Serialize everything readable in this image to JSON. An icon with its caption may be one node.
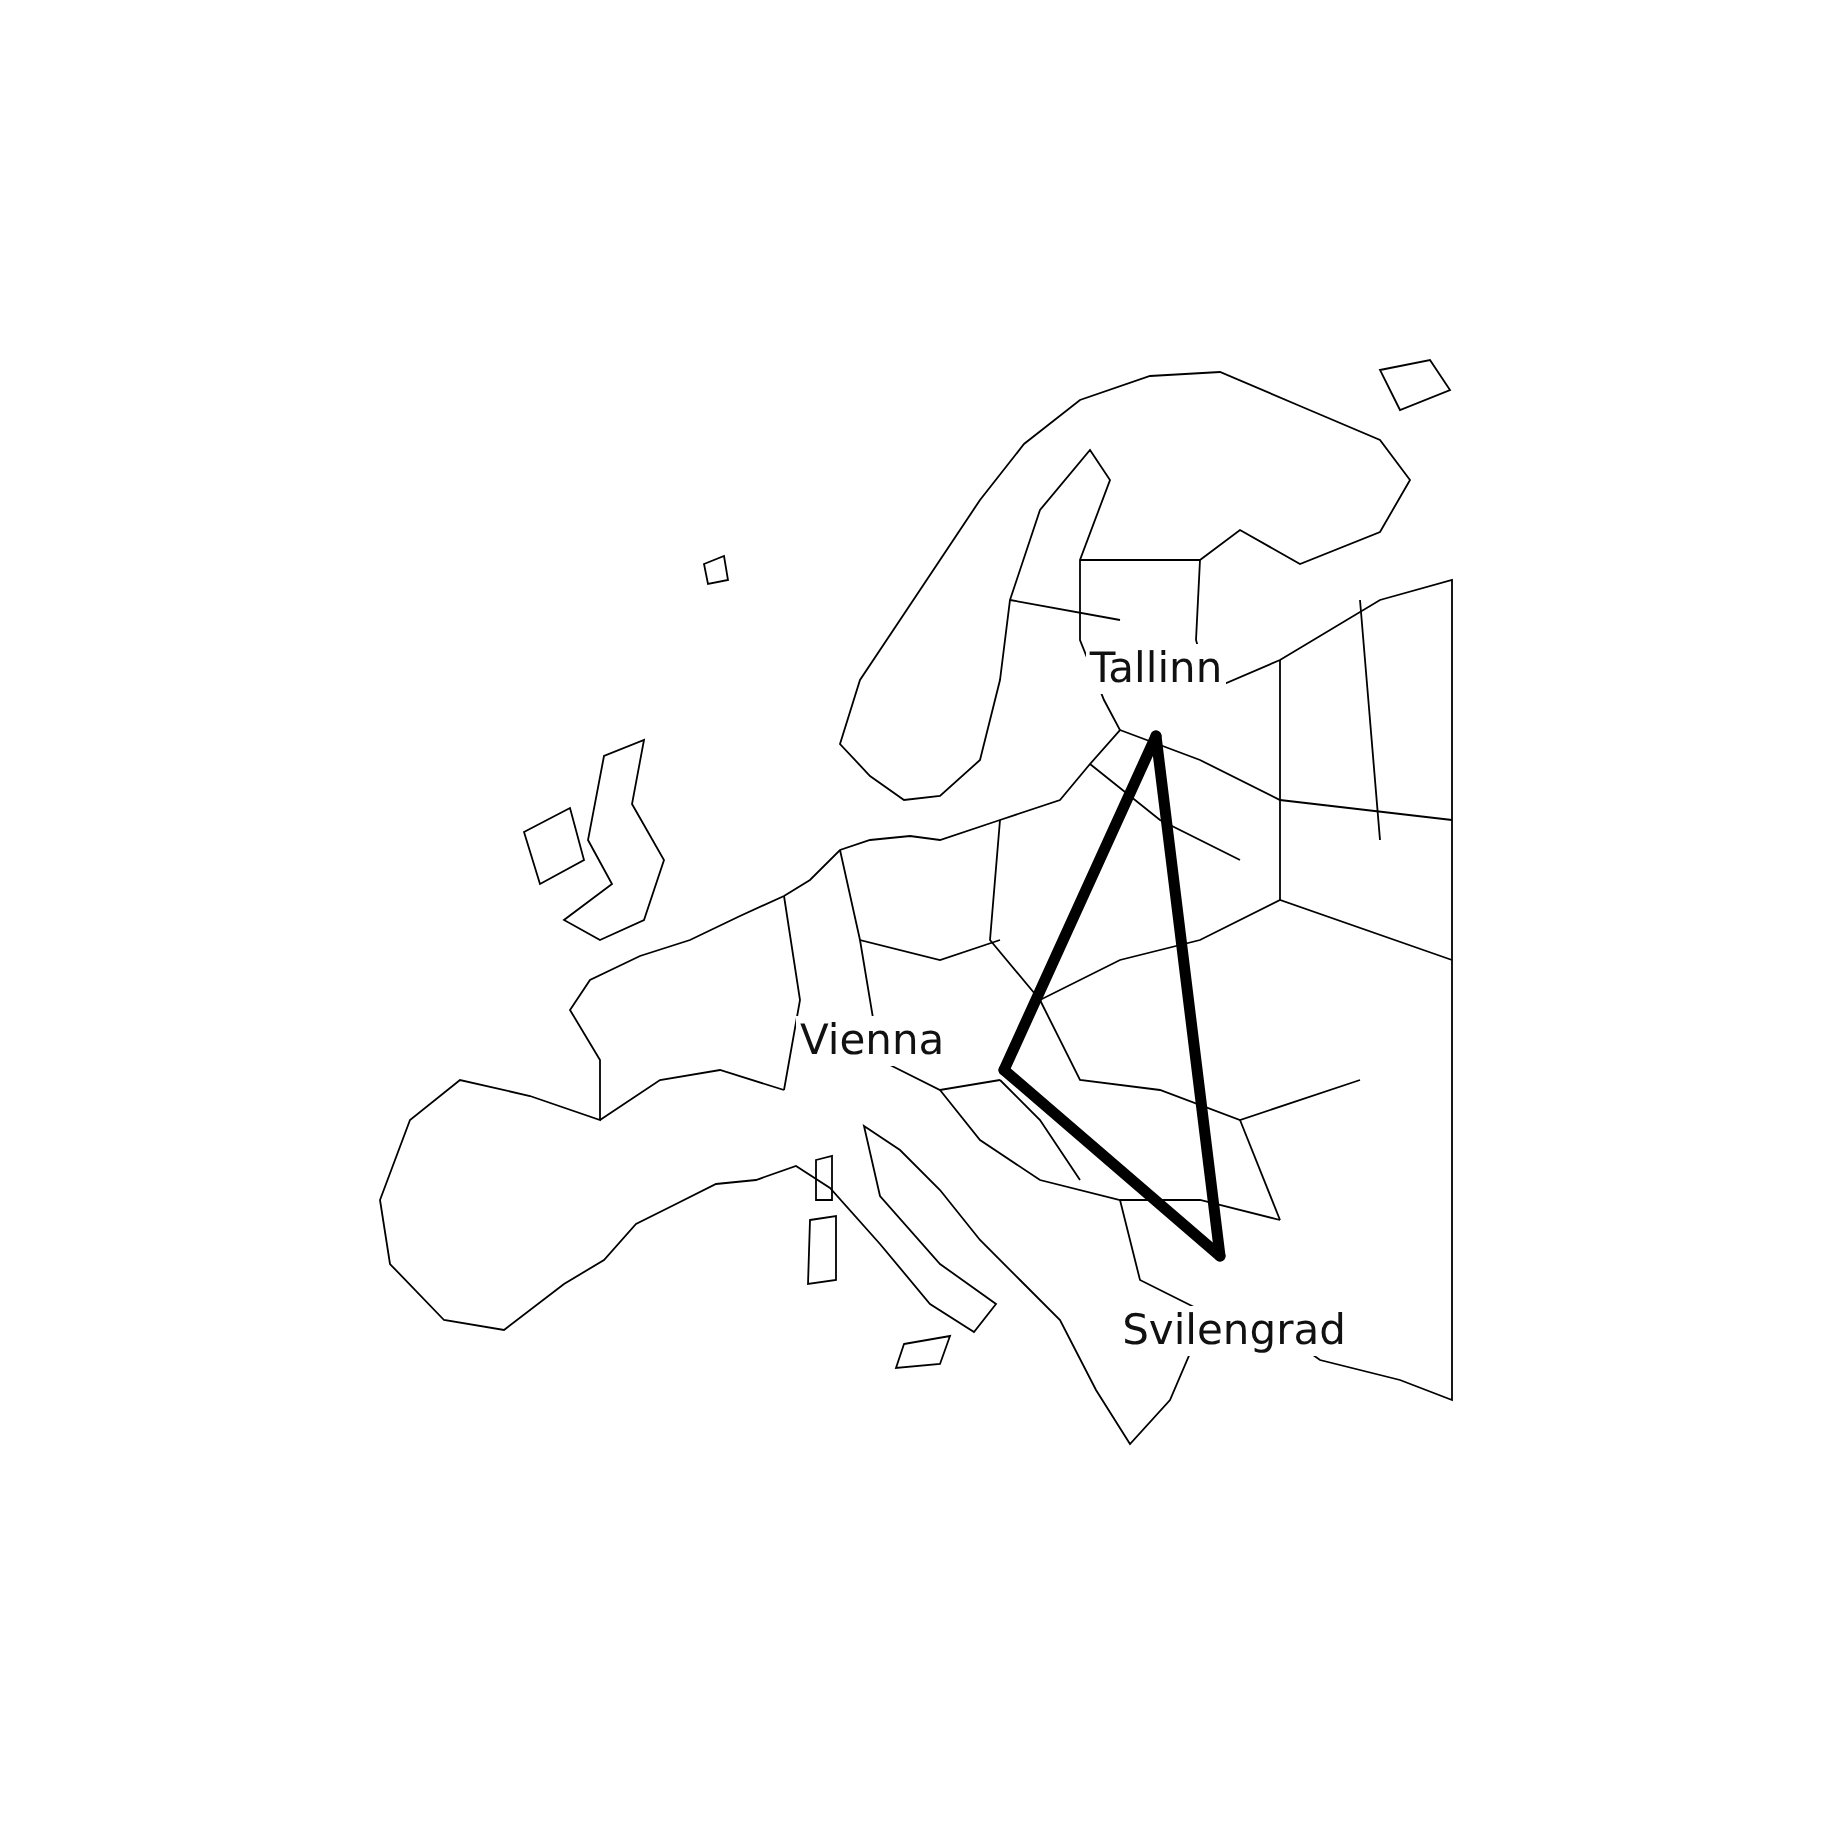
{
  "diagram": {
    "nodes": [
      {
        "text": [
          "Tallinn"
        ]
      },
      {
        "text": [
          "Vienna"
        ]
      },
      {
        "text": [
          "Svilengrad"
        ]
      }
    ],
    "edges": [
      {
        "from": 0,
        "to": 1,
        "arrow": "none"
      },
      {
        "from": 1,
        "to": 2,
        "arrow": "none"
      },
      {
        "from": 2,
        "to": 0,
        "arrow": "none"
      }
    ]
  }
}
